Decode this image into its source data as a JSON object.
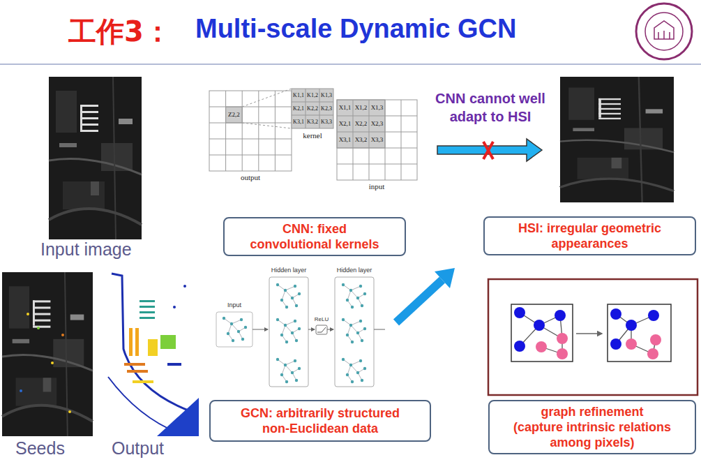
{
  "diagram": {
    "title": "Multi-scale Dynamic GCN",
    "nodes": [
      {
        "text": [
          "CNN: fixed convolutional kernels"
        ]
      },
      {
        "text": [
          "HSI: irregular geometric appearances"
        ]
      },
      {
        "text": [
          "GCN: arbitrarily structured non-Euclidean data"
        ]
      },
      {
        "text": [
          "graph refinement",
          "(capture intrinsic relations among pixels)"
        ]
      }
    ],
    "labels": [
      "工作3：",
      "CNN cannot well adapt to HSI",
      "output",
      "kernel",
      "input",
      "Z2,2",
      "K1,1",
      "K1,2",
      "K1,3",
      "K2,1",
      "K2,2",
      "K2,3",
      "K3,1",
      "K3,2",
      "K3,3",
      "X1,1",
      "X1,2",
      "X1,3",
      "X2,1",
      "X2,2",
      "X2,3",
      "X3,1",
      "X3,2",
      "X3,3",
      "Input image",
      "Seeds",
      "Output",
      "Input",
      "Hidden layer",
      "Hidden layer",
      "ReLU"
    ]
  }
}
